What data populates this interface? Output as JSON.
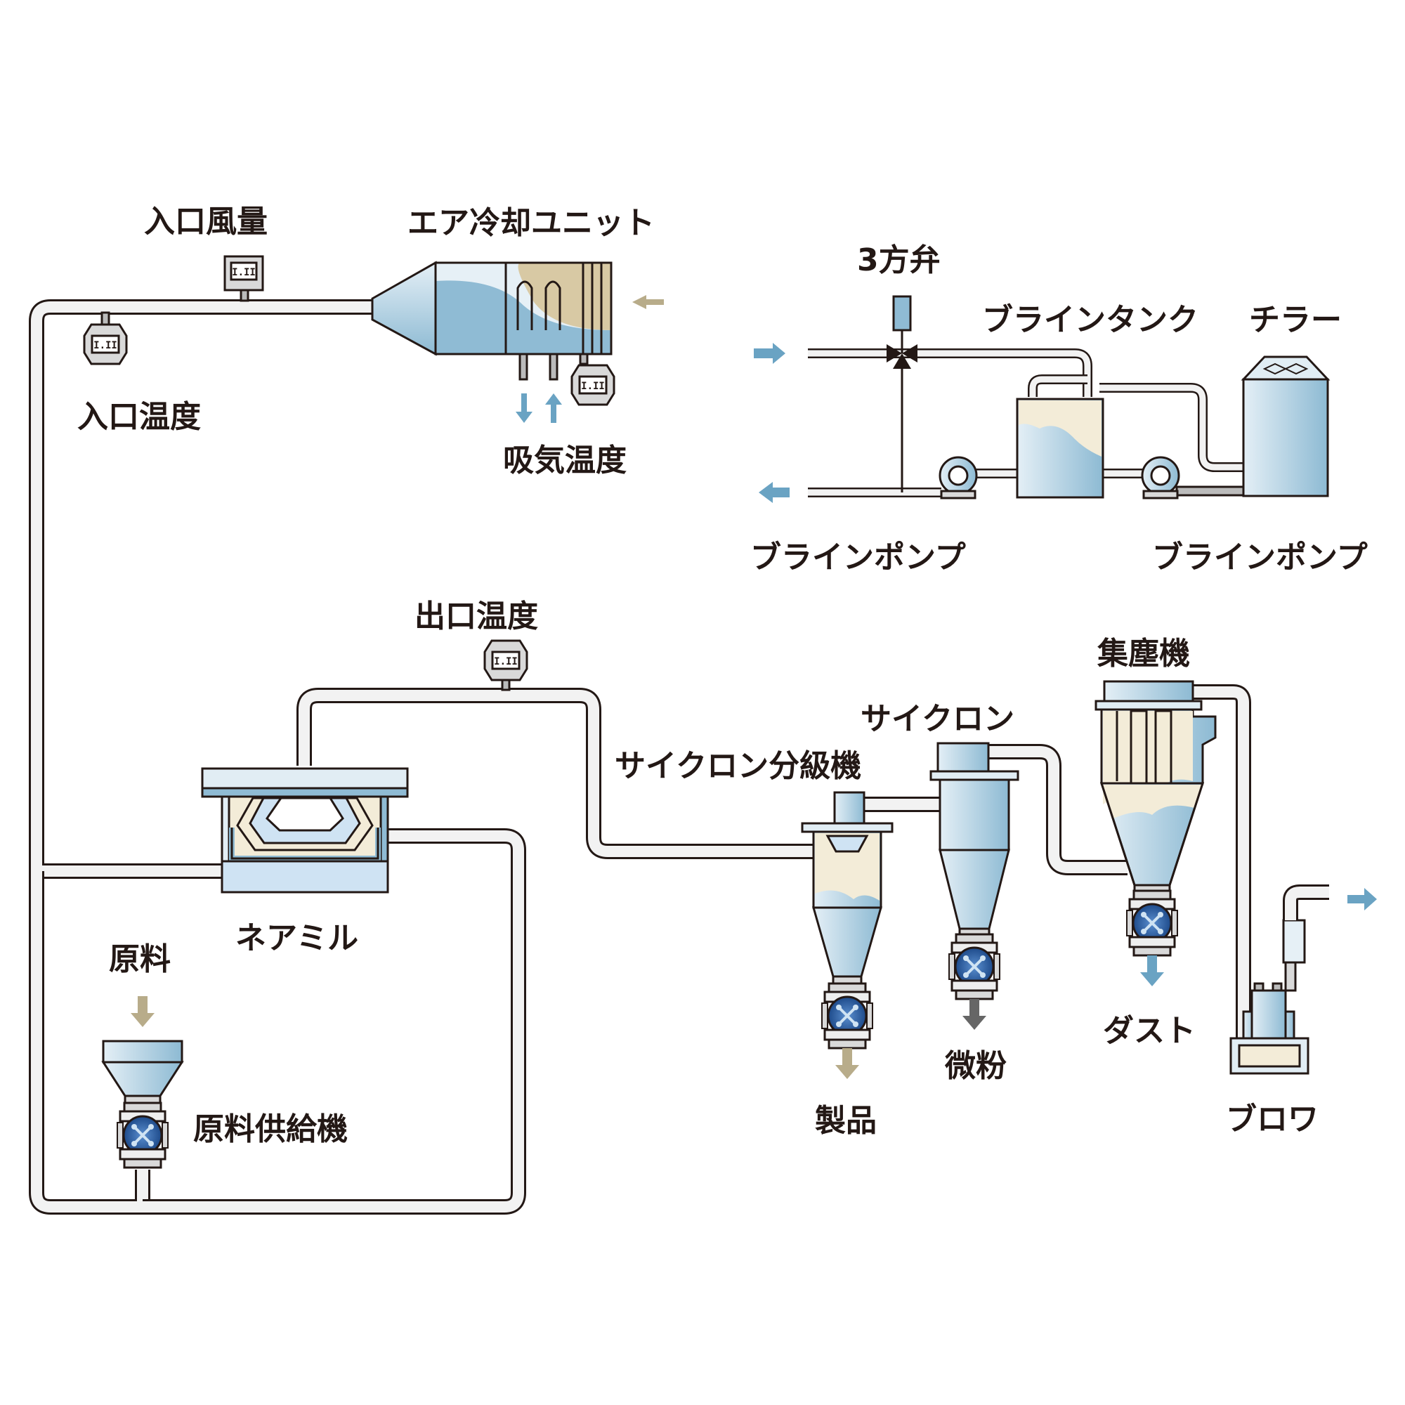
{
  "labels": {
    "inlet_airflow": "入口風量",
    "air_cooling_unit": "エア冷却ユニット",
    "inlet_temp": "入口温度",
    "intake_temp": "吸気温度",
    "three_way_valve": "3方弁",
    "brine_tank": "ブラインタンク",
    "chiller": "チラー",
    "brine_pump_left": "ブラインポンプ",
    "brine_pump_right": "ブラインポンプ",
    "outlet_temp": "出口温度",
    "dust_collector": "集塵機",
    "cyclone": "サイクロン",
    "cyclone_classifier": "サイクロン分級機",
    "nea_mill": "ネアミル",
    "raw_material": "原料",
    "raw_feeder": "原料供給機",
    "product": "製品",
    "fine_powder": "微粉",
    "dust": "ダスト",
    "blower": "ブロワ"
  },
  "gauges": {
    "readout": "I.II"
  },
  "colors": {
    "blue_dark": "#7fb3cf",
    "blue_light": "#e6f0f6",
    "beige": "#d8c9a4",
    "arrow_blue": "#6aa3c3",
    "arrow_beige": "#b8ac8a",
    "arrow_gray": "#666666",
    "rotary_blue": "#2f5f9e",
    "line": "#231815"
  },
  "icons": [
    "airflow-meter-icon",
    "temperature-gauge-icon",
    "rotary-valve-icon",
    "pump-icon",
    "valve-icon"
  ]
}
